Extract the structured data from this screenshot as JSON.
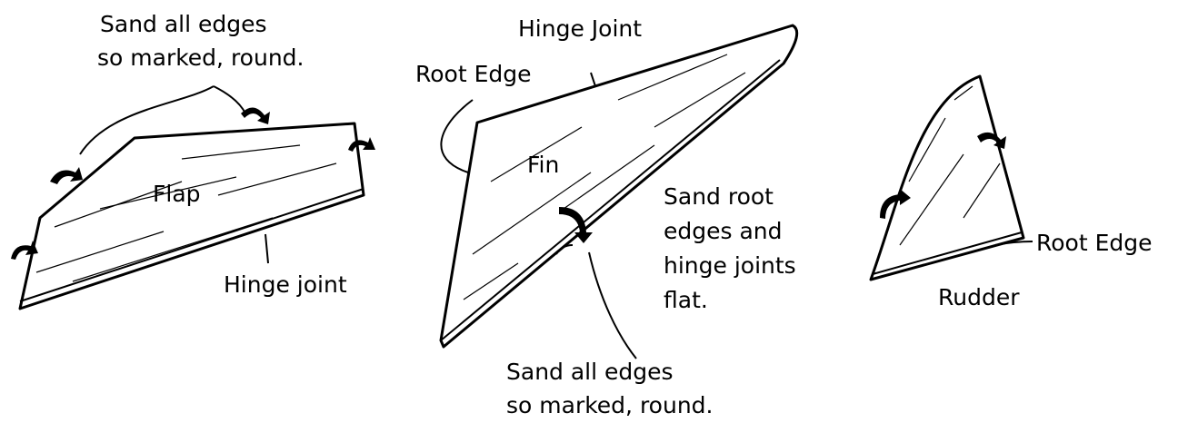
{
  "flap": {
    "label": "Flap",
    "note_lines": [
      "Sand all edges",
      "so marked, round."
    ],
    "hinge_label": "Hinge joint"
  },
  "fin": {
    "label": "Fin",
    "hinge_label": "Hinge Joint",
    "root_label": "Root Edge",
    "note_lines": [
      "Sand root",
      "edges and",
      "hinge joints",
      "flat."
    ],
    "bottom_note_lines": [
      "Sand all edges",
      "so marked, round."
    ]
  },
  "rudder": {
    "label": "Rudder",
    "root_label": "Root Edge"
  }
}
